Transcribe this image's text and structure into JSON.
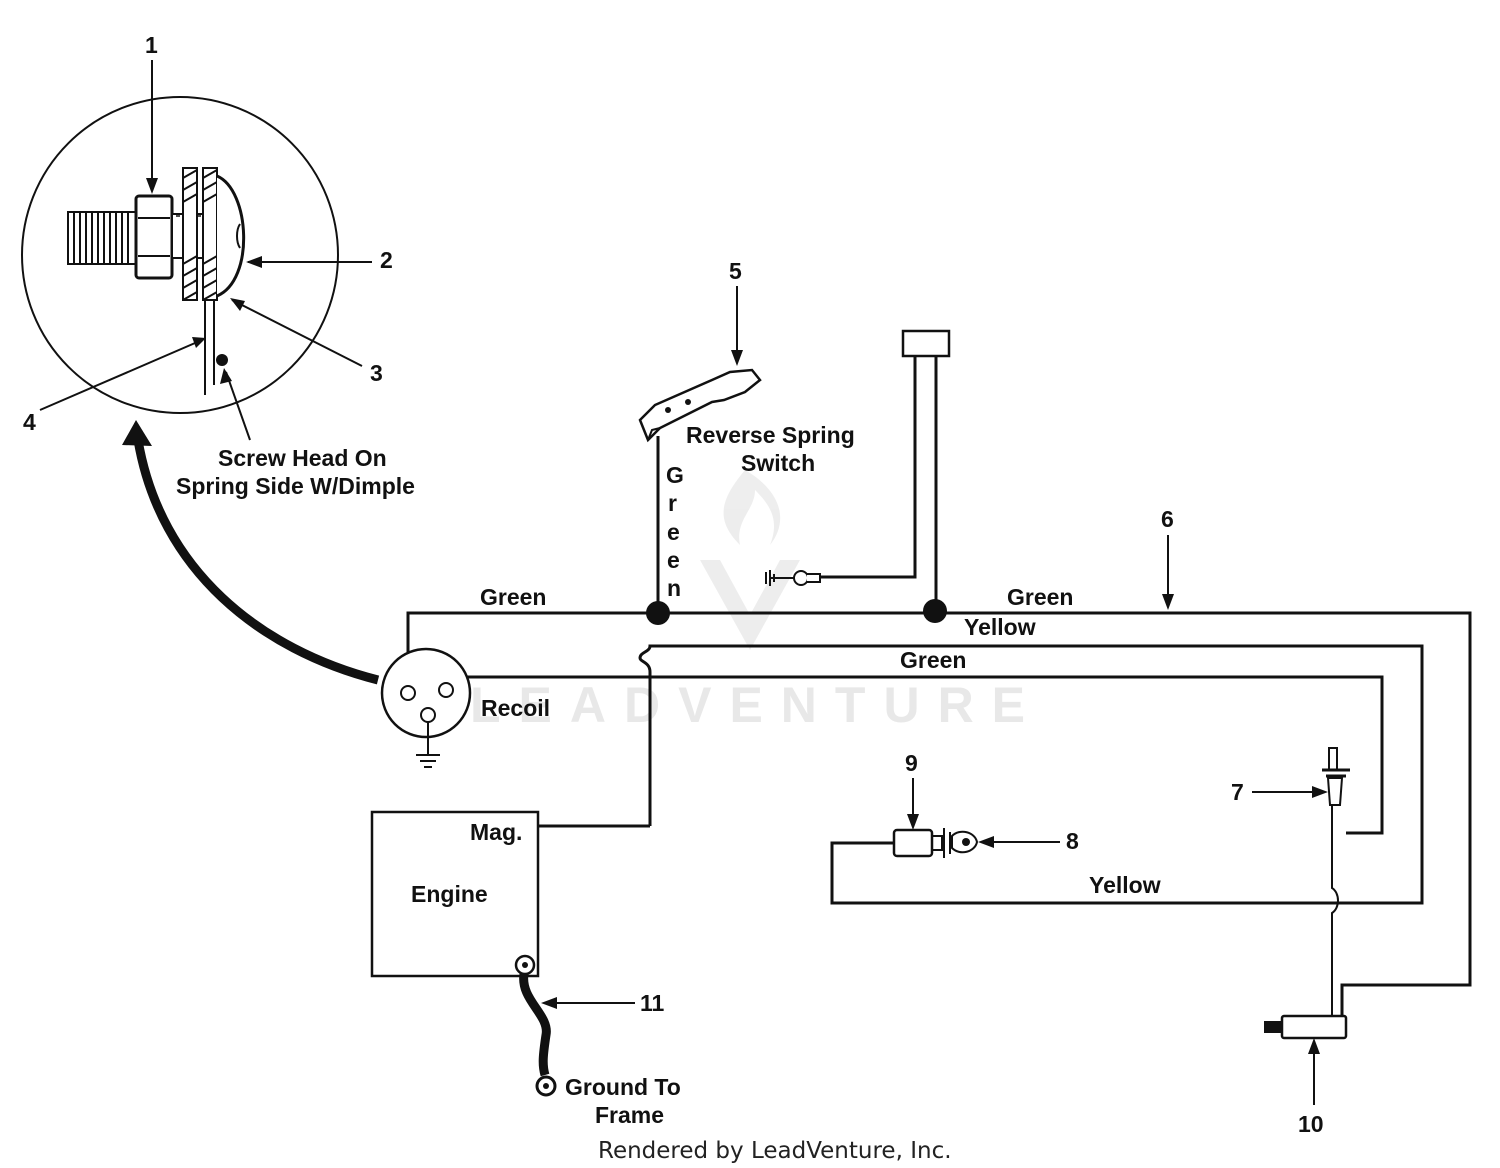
{
  "diagram": {
    "callouts": [
      "1",
      "2",
      "3",
      "4",
      "5",
      "6",
      "7",
      "8",
      "9",
      "10",
      "11"
    ],
    "labels": {
      "screw_head_line1": "Screw Head On",
      "screw_head_line2": "Spring Side W/Dimple",
      "reverse_spring_line1": "Reverse Spring",
      "reverse_spring_line2": "Switch",
      "recoil": "Recoil",
      "engine": "Engine",
      "mag": "Mag.",
      "ground_line1": "Ground To",
      "ground_line2": "Frame"
    },
    "wire_colors": {
      "green_left": "Green",
      "green_right": "Green",
      "green_middle": "Green",
      "yellow_upper": "Yellow",
      "yellow_lower": "Yellow",
      "green_vertical_letters": [
        "G",
        "r",
        "e",
        "e",
        "n"
      ]
    }
  },
  "watermark": "LEADVENTURE",
  "footer": "Rendered by LeadVenture, Inc."
}
